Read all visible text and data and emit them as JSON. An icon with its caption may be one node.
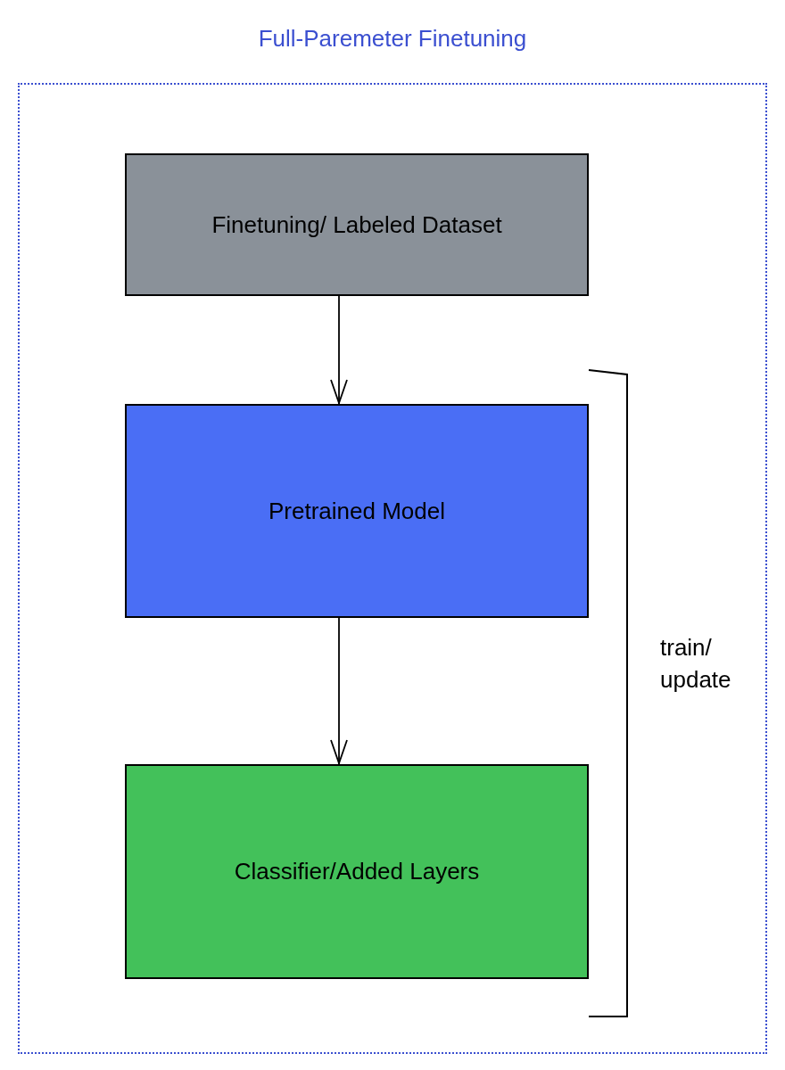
{
  "diagram": {
    "nodes": [
      {
        "text": [
          "Full-Paremeter Finetuning"
        ]
      },
      {
        "text": [
          "Finetuning/ Labeled Dataset"
        ],
        "in": 0
      },
      {
        "text": [
          "Pretrained Model"
        ],
        "in": 0
      },
      {
        "text": [
          "Classifier/Added Layers"
        ],
        "in": 0
      }
    ],
    "edges": [
      {
        "from": 1,
        "to": 2,
        "arrow": "to"
      },
      {
        "from": 2,
        "to": 3,
        "arrow": "to"
      }
    ],
    "labels": [
      "train/ update"
    ]
  }
}
